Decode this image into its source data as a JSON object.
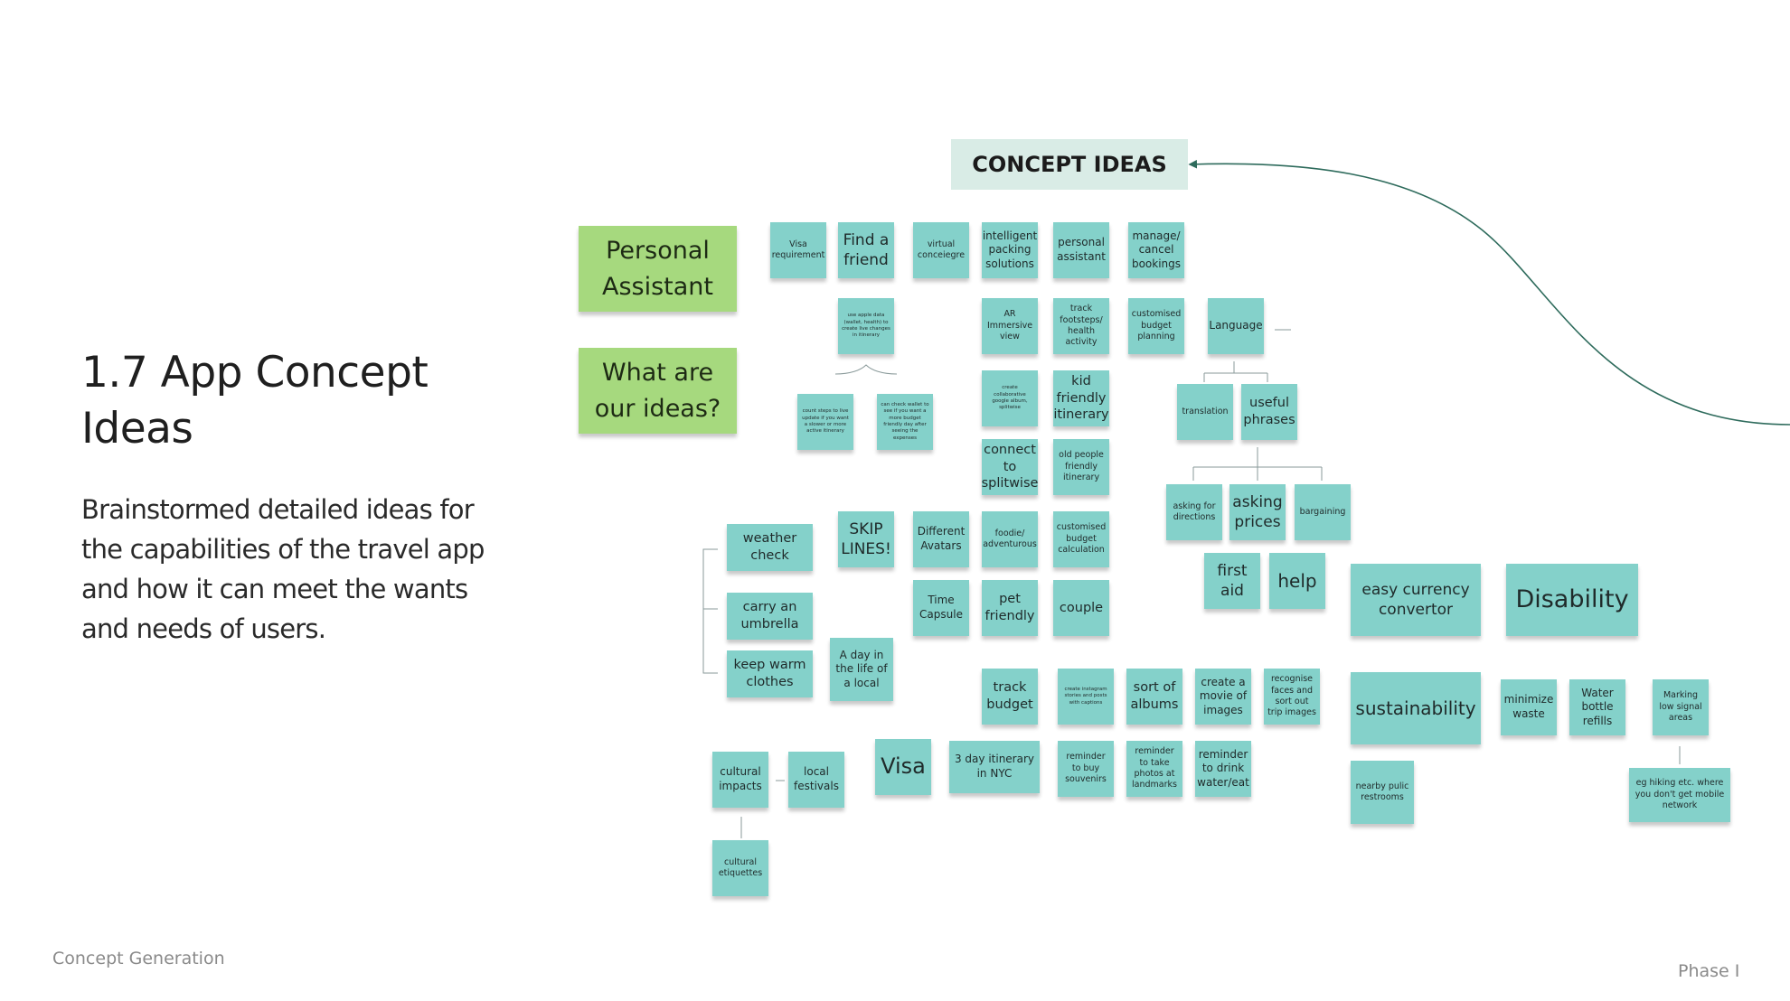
{
  "slide": {
    "title": "1.7  App Concept Ideas",
    "description": "Brainstormed detailed ideas for the capabilities of the travel app and how it can meet the wants and needs of users.",
    "footer_left": "Concept Generation",
    "footer_right": "Phase I"
  },
  "board": {
    "title": "CONCEPT IDEAS",
    "colors": {
      "note": "#84d1ca",
      "label_note": "#a6d97e",
      "title_bg": "#d9ece6",
      "connector": "#8a9a9a",
      "curve": "#2e6b5c"
    },
    "labels": [
      "Personal Assistant",
      "What are our ideas?"
    ],
    "notes": [
      "Visa requirement",
      "Find a friend",
      "virtual conceiegre",
      "intelligent packing solutions",
      "personal assistant",
      "manage/ cancel bookings",
      "use apple data (wallet, health) to create live changes in itinerary",
      "AR Immersive view",
      "track footsteps/ health activity",
      "customised budget planning",
      "Language",
      "count steps to live update if you want a slower or more active itinerary",
      "can check wallet to see if you want a more budget friendly day after seeing the expenses",
      "create collaborative google album, splitwise",
      "kid friendly itinerary",
      "translation",
      "useful phrases",
      "connect to splitwise",
      "old people friendly itinerary",
      "asking for directions",
      "asking prices",
      "bargaining",
      "weather check",
      "SKIP LINES!",
      "Different Avatars",
      "foodie/ adventurous",
      "customised budget calculation",
      "first aid",
      "help",
      "easy currency convertor",
      "Disability",
      "carry an umbrella",
      "Time Capsule",
      "pet friendly",
      "couple",
      "keep warm clothes",
      "A day in the life of a local",
      "track budget",
      "create instagram stories and posts with captions",
      "sort of albums",
      "create a movie of images",
      "recognise faces and sort out trip images",
      "sustainability",
      "minimize waste",
      "Water bottle refills",
      "Marking low signal areas",
      "cultural impacts",
      "local festivals",
      "Visa",
      "3 day itinerary in NYC",
      "reminder to buy souvenirs",
      "reminder to take photos at landmarks",
      "reminder to drink water/eat",
      "nearby pulic restrooms",
      "eg hiking etc. where you don't get mobile network",
      "cultural etiquettes"
    ]
  }
}
